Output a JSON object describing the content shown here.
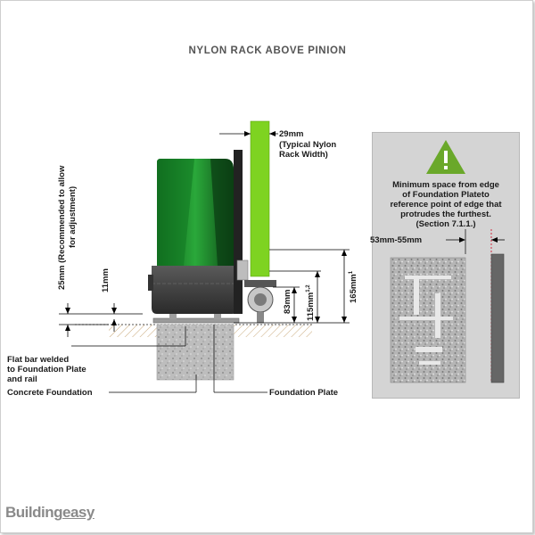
{
  "title": "NYLON RACK ABOVE PINION",
  "labels": {
    "rack_width_value": "29mm",
    "rack_width_desc_1": "(Typical Nylon",
    "rack_width_desc_2": "Rack Width)",
    "adjust_line_1": "25mm (Recommended to allow",
    "adjust_line_2": "for adjustment)",
    "dim_11": "11mm",
    "dim_83": "83mm",
    "dim_115": "115mm",
    "dim_115_sup": "1,2",
    "dim_165": "165mm",
    "dim_165_sup": "1",
    "flat_bar_1": "Flat bar welded",
    "flat_bar_2": "to Foundation Plate",
    "flat_bar_3": "and rail",
    "concrete": "Concrete Foundation",
    "foundation_plate": "Foundation Plate"
  },
  "panel": {
    "warning_icon": "warning-triangle-icon",
    "text_1": "Minimum space from edge",
    "text_2": "of Foundation Plateto",
    "text_3": "reference point of edge that",
    "text_4": "protrudes the furthest.",
    "text_5": "(Section 7.1.1.)",
    "dim": "53mm-55mm"
  },
  "brand": {
    "part1": "Building",
    "part2": "easy"
  },
  "colors": {
    "motor_green": "#1f8a2e",
    "rack_green": "#7ed321",
    "warning_green": "#6aa82a",
    "concrete": "#b8b8b8",
    "ground": "#e9dcc8"
  }
}
